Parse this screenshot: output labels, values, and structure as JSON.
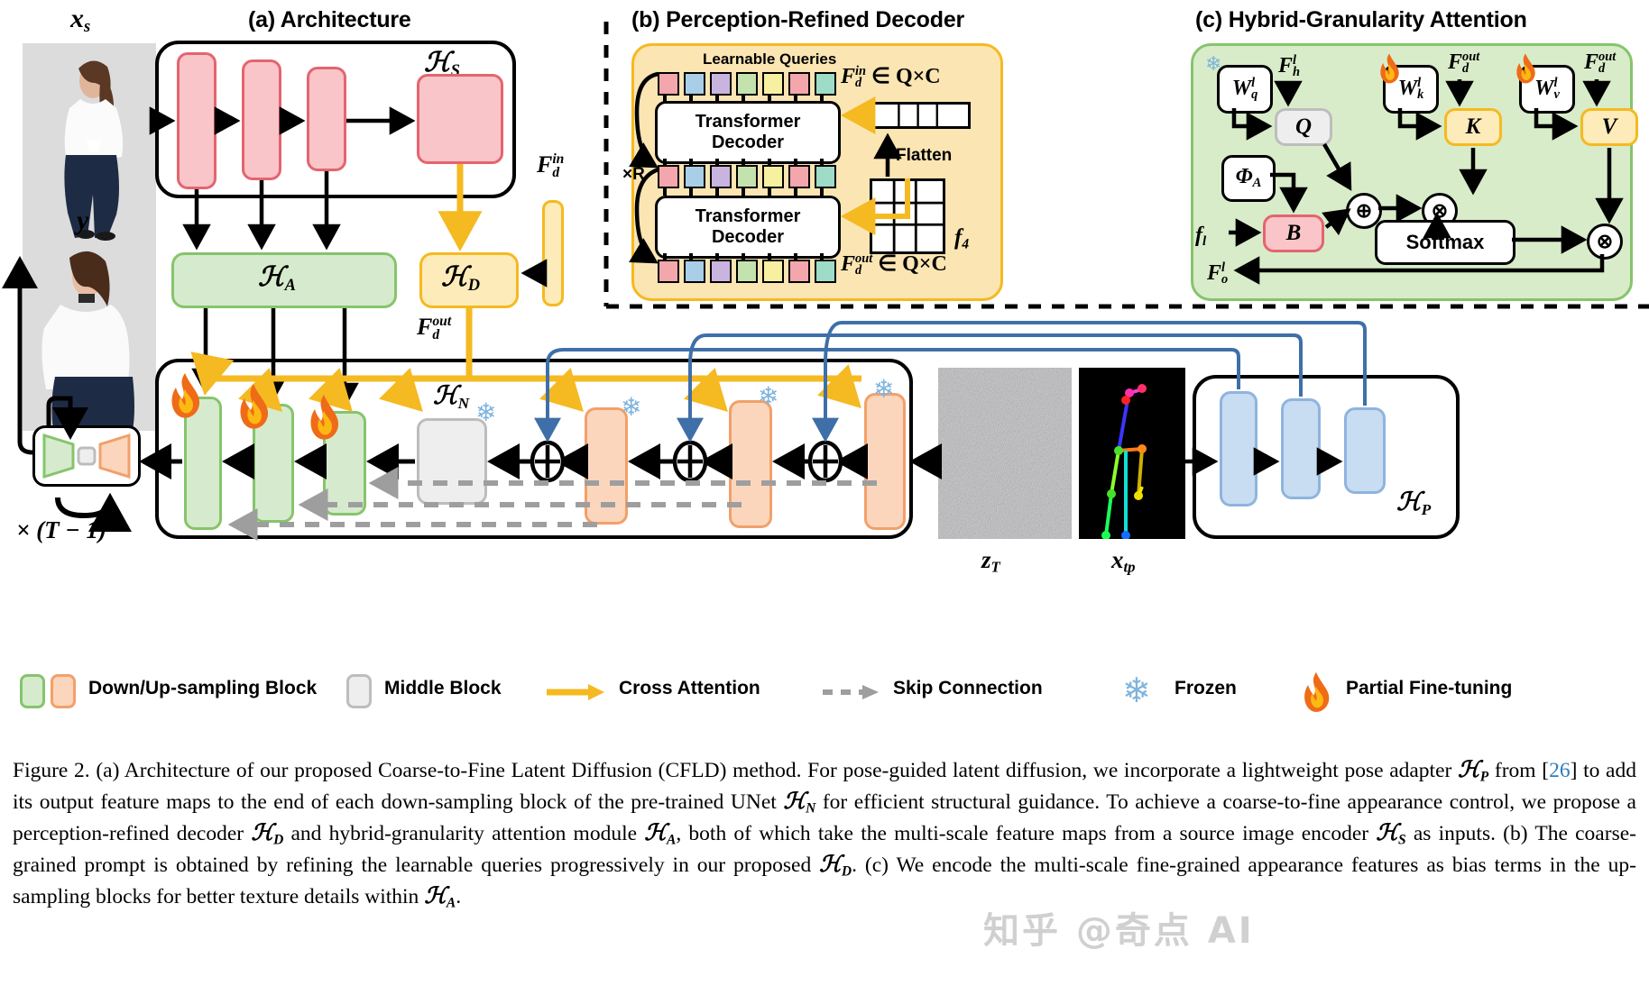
{
  "figure": {
    "number": "Figure 2.",
    "panels": [
      {
        "id": "a",
        "title": "(a) Architecture"
      },
      {
        "id": "b",
        "title": "(b) Perception-Refined Decoder"
      },
      {
        "id": "c",
        "title": "(c) Hybrid-Granularity Attention"
      }
    ]
  },
  "panel_a": {
    "input_label": "x_s",
    "output_label": "y",
    "encoder_label": "H_S",
    "attention_label": "H_A",
    "decoder_label": "H_D",
    "unet_label": "H_N",
    "pose_label": "H_P",
    "fdin_label": "F_d^in",
    "fdout_label": "F_d^out",
    "noise_label": "z_T",
    "pose_input_label": "x_tp",
    "loop_label": "× (T − 1)",
    "encoder_blocks": 4,
    "down_blocks": 3,
    "up_blocks": 3,
    "pose_blocks": 3
  },
  "panel_b": {
    "title": "(b) Perception-Refined Decoder",
    "queries_label": "Learnable Queries",
    "decoder_label": "Transformer Decoder",
    "decoder_line1": "Transformer",
    "decoder_line2": "Decoder",
    "flatten_label": "Flatten",
    "repeat_label": "×R",
    "feature_label": "f_4",
    "fin_label": "F_d^in ∈ Q×C",
    "fout_label": "F_d^out ∈ Q×C",
    "query_colors": [
      "#f4a6ad",
      "#a9cfe8",
      "#c9b4e0",
      "#c4e2ae",
      "#f6f0a0",
      "#f4a6ad",
      "#9fdcc8"
    ],
    "grid_cols": 4,
    "grid_rows": 3
  },
  "panel_c": {
    "title": "(c) Hybrid-Granularity Attention",
    "wq_label": "W_q^l",
    "wk_label": "W_k^l",
    "wv_label": "W_v^l",
    "fh_label": "F_h^l",
    "fdout_label": "F_d^out",
    "q_label": "Q",
    "k_label": "K",
    "v_label": "V",
    "phi_label": "Φ_A",
    "fl_label": "f_l",
    "b_label": "B",
    "softmax_label": "Softmax",
    "output_label": "F_o^l",
    "add_symbol": "⊕",
    "mul_symbol": "⊗"
  },
  "legend": {
    "items": [
      {
        "icon": "green-orange-block-icon",
        "label": "Down/Up-sampling Block"
      },
      {
        "icon": "grey-block-icon",
        "label": "Middle Block"
      },
      {
        "icon": "yellow-arrow-icon",
        "label": "Cross Attention"
      },
      {
        "icon": "dashed-arrow-icon",
        "label": "Skip Connection"
      },
      {
        "icon": "snowflake-icon",
        "label": "Frozen"
      },
      {
        "icon": "flame-icon",
        "label": "Partial Fine-tuning"
      }
    ]
  },
  "caption": {
    "p1": "Figure 2. (a) Architecture of our proposed Coarse-to-Fine Latent Diffusion (CFLD) method. For pose-guided latent diffusion, we incorporate a lightweight pose adapter ",
    "hp": "H",
    "hp_sub": "P",
    "p2": " from [",
    "ref": "26",
    "p3": "] to add its output feature maps to the end of each down-sampling block of the pre-trained UNet ",
    "hn": "H",
    "hn_sub": "N",
    "p4": " for efficient structural guidance. To achieve a coarse-to-fine appearance control, we propose a perception-refined decoder ",
    "hd": "H",
    "hd_sub": "D",
    "p5": " and hybrid-granularity attention module ",
    "ha": "H",
    "ha_sub": "A",
    "p6": ", both of which take the multi-scale feature maps from a source image encoder ",
    "hs": "H",
    "hs_sub": "S",
    "p7": " as inputs. (b) The coarse-grained prompt is obtained by refining the learnable queries progressively in our proposed ",
    "hd2": "H",
    "hd2_sub": "D",
    "p8": ". (c) We encode the multi-scale fine-grained appearance features as bias terms in the up-sampling blocks for better texture details within ",
    "ha2": "H",
    "ha2_sub": "A",
    "p9": "."
  },
  "watermark": "知乎 @奇点 AI",
  "colors": {
    "red_block": "#f9c5c8",
    "red_border": "#e4646f",
    "green_block": "#d6ebcd",
    "green_border": "#86c46c",
    "orange_block": "#fbd6bd",
    "orange_border": "#f2a06a",
    "grey_block": "#eeeeee",
    "blue_block": "#c8dcf2",
    "yellow_panel": "#fbe5b3",
    "yellow_arrow": "#f5b921",
    "blue_arrow": "#3f6fa8",
    "skip_grey": "#9e9e9e",
    "flame": "#ef6b17",
    "snowflake": "#7fb4dd",
    "cite": "#2a7fc0"
  }
}
